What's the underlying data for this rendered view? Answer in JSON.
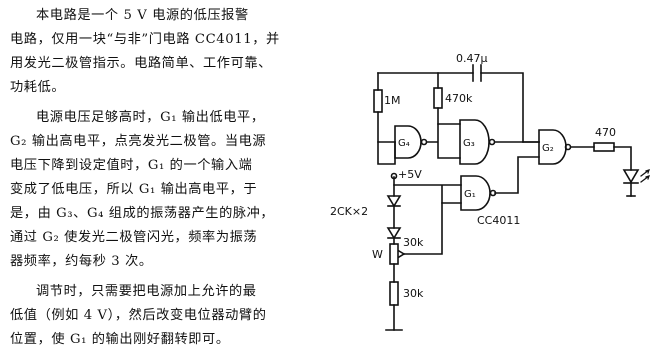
{
  "text": {
    "paragraphs": [
      {
        "lines": [
          "本电路是一个 5 V 电源的低压报警",
          "电路，仅用一块“与非”门电路 CC4011，并",
          "用发光二极管指示。电路简单、工作可靠、",
          "功耗低。"
        ]
      },
      {
        "lines": [
          "电源电压足够高时，G₁ 输出低电平，",
          "G₂ 输出高电平，点亮发光二极管。当电源",
          "电压下降到设定值时，G₁ 的一个输入端",
          "变成了低电压，所以 G₁ 输出高电平，于",
          "是，由 G₃、G₄ 组成的振荡器产生的脉冲，",
          "通过 G₂ 使发光二极管闪光，频率为振荡",
          "器频率，约每秒 3 次。"
        ]
      },
      {
        "lines": [
          "调节时，只需要把电源加上允许的最",
          "低值（例如 4 V），然后改变电位器动臂的",
          "位置，使 G₁ 的输出刚好翻转即可。"
        ]
      }
    ]
  },
  "schematic": {
    "labels": {
      "cap": "0.47μ",
      "r1": "1M",
      "r2": "470k",
      "r_led": "470",
      "vcc": "+5V",
      "diode": "2CK×2",
      "ic": "CC4011",
      "pot_name": "W",
      "pot_value": "30k",
      "r_bottom": "30k"
    },
    "gates": {
      "g4": "G₄",
      "g3": "G₃",
      "g2": "G₂",
      "g1": "G₁"
    }
  }
}
